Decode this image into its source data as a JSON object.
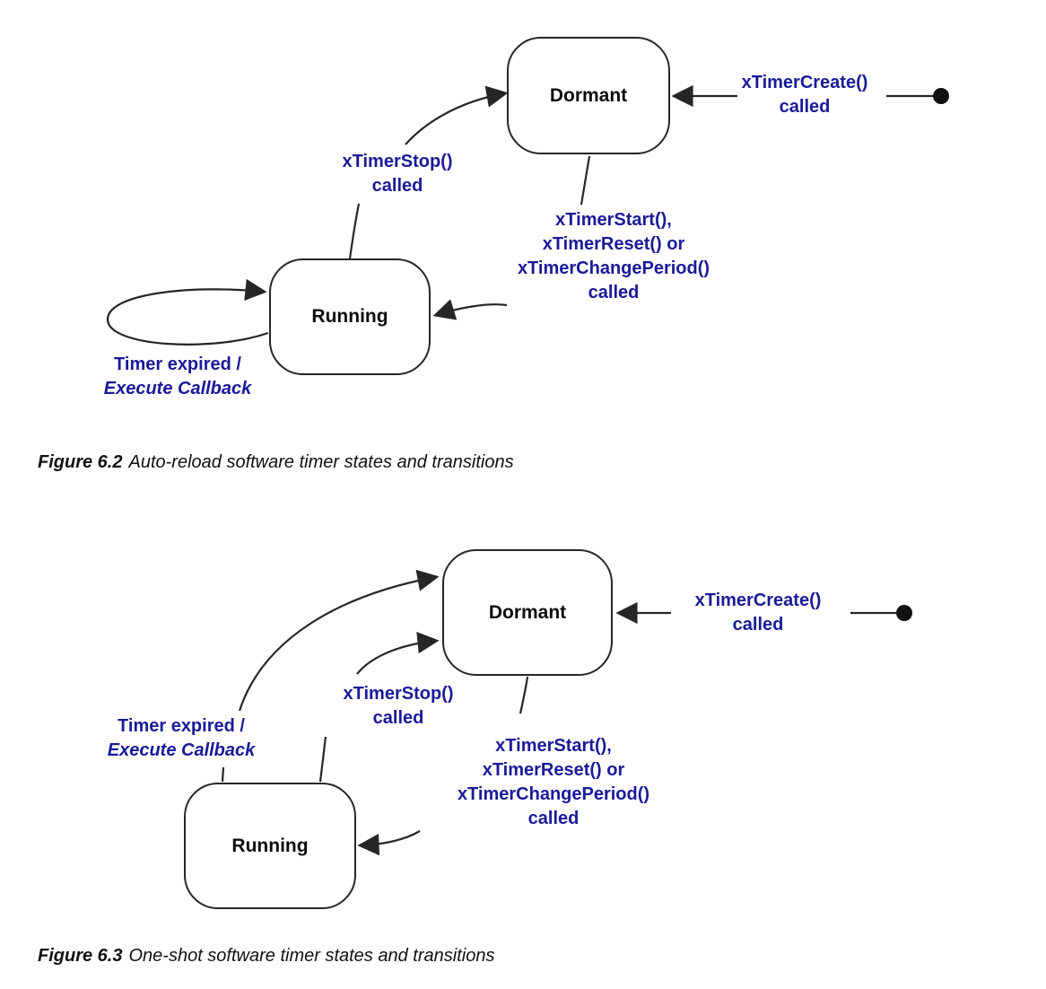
{
  "colors": {
    "label": "#1a1a99",
    "line": "#262626",
    "state_text": "#0d0d0d",
    "background": "#ffffff"
  },
  "figures": [
    {
      "caption_label": "Figure 6.2",
      "caption_text": "Auto-reload software timer states and transitions",
      "states": {
        "dormant": "Dormant",
        "running": "Running"
      },
      "transitions": {
        "create": {
          "line1": "xTimerCreate()",
          "line2": "called"
        },
        "stop": {
          "line1": "xTimerStop()",
          "line2": "called"
        },
        "start": {
          "line1": "xTimerStart(),",
          "line2": "xTimerReset() or",
          "line3": "xTimerChangePeriod()",
          "line4": "called"
        },
        "expired": {
          "line1": "Timer expired /",
          "line2": "Execute Callback"
        }
      }
    },
    {
      "caption_label": "Figure 6.3",
      "caption_text": "One-shot software timer states and transitions",
      "states": {
        "dormant": "Dormant",
        "running": "Running"
      },
      "transitions": {
        "create": {
          "line1": "xTimerCreate()",
          "line2": "called"
        },
        "stop": {
          "line1": "xTimerStop()",
          "line2": "called"
        },
        "start": {
          "line1": "xTimerStart(),",
          "line2": "xTimerReset() or",
          "line3": "xTimerChangePeriod()",
          "line4": "called"
        },
        "expired": {
          "line1": "Timer expired /",
          "line2": "Execute Callback"
        }
      }
    }
  ]
}
